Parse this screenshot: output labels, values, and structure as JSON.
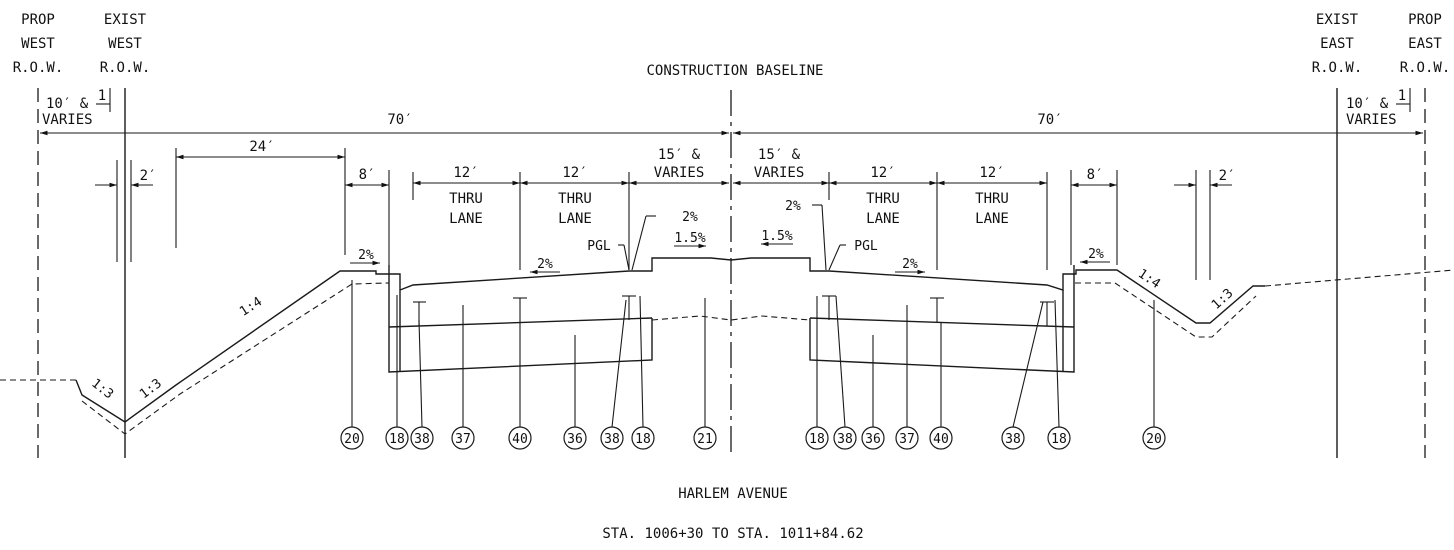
{
  "row": {
    "prop_west": [
      "PROP",
      "WEST",
      "R.O.W."
    ],
    "exist_west": [
      "EXIST",
      "WEST",
      "R.O.W."
    ],
    "exist_east": [
      "EXIST",
      "EAST",
      "R.O.W."
    ],
    "prop_east": [
      "PROP",
      "EAST",
      "R.O.W."
    ]
  },
  "baseline_label": "CONSTRUCTION BASELINE",
  "row_widen": {
    "line1": "10′ &",
    "line2": "VARIES",
    "note": "1"
  },
  "dims": {
    "west_half": "70′",
    "east_half": "70′",
    "w_24": "24′",
    "w_2_left": "2′",
    "w_8_left": "8′",
    "w_12_a": "12′",
    "w_12_b": "12′",
    "w_15_left_1": "15′ &",
    "w_15_left_2": "VARIES",
    "w_15_right_1": "15′ &",
    "w_15_right_2": "VARIES",
    "w_12_c": "12′",
    "w_12_d": "12′",
    "w_8_right": "8′",
    "w_2_right": "2′"
  },
  "lanes": {
    "thru": "THRU",
    "lane": "LANE"
  },
  "slopes": {
    "s2_shoulder_left": "2%",
    "s2_lane_left": "2%",
    "s2_gutter_left": "2%",
    "s15_left": "1.5%",
    "s15_right": "1.5%",
    "s2_gutter_right": "2%",
    "s2_lane_right": "2%",
    "s2_shoulder_right": "2%",
    "side_13_a": "1:3",
    "side_13_b": "1:3",
    "side_14_left": "1:4",
    "side_14_right": "1:4",
    "side_13_right": "1:3"
  },
  "pgl": "PGL",
  "callouts_west": [
    "20",
    "18",
    "38",
    "37",
    "40",
    "36",
    "38",
    "18",
    "21"
  ],
  "callouts_east": [
    "18",
    "38",
    "36",
    "37",
    "40",
    "38",
    "18",
    "20"
  ],
  "title": "HARLEM AVENUE",
  "station": "STA. 1006+30 TO STA. 1011+84.62"
}
